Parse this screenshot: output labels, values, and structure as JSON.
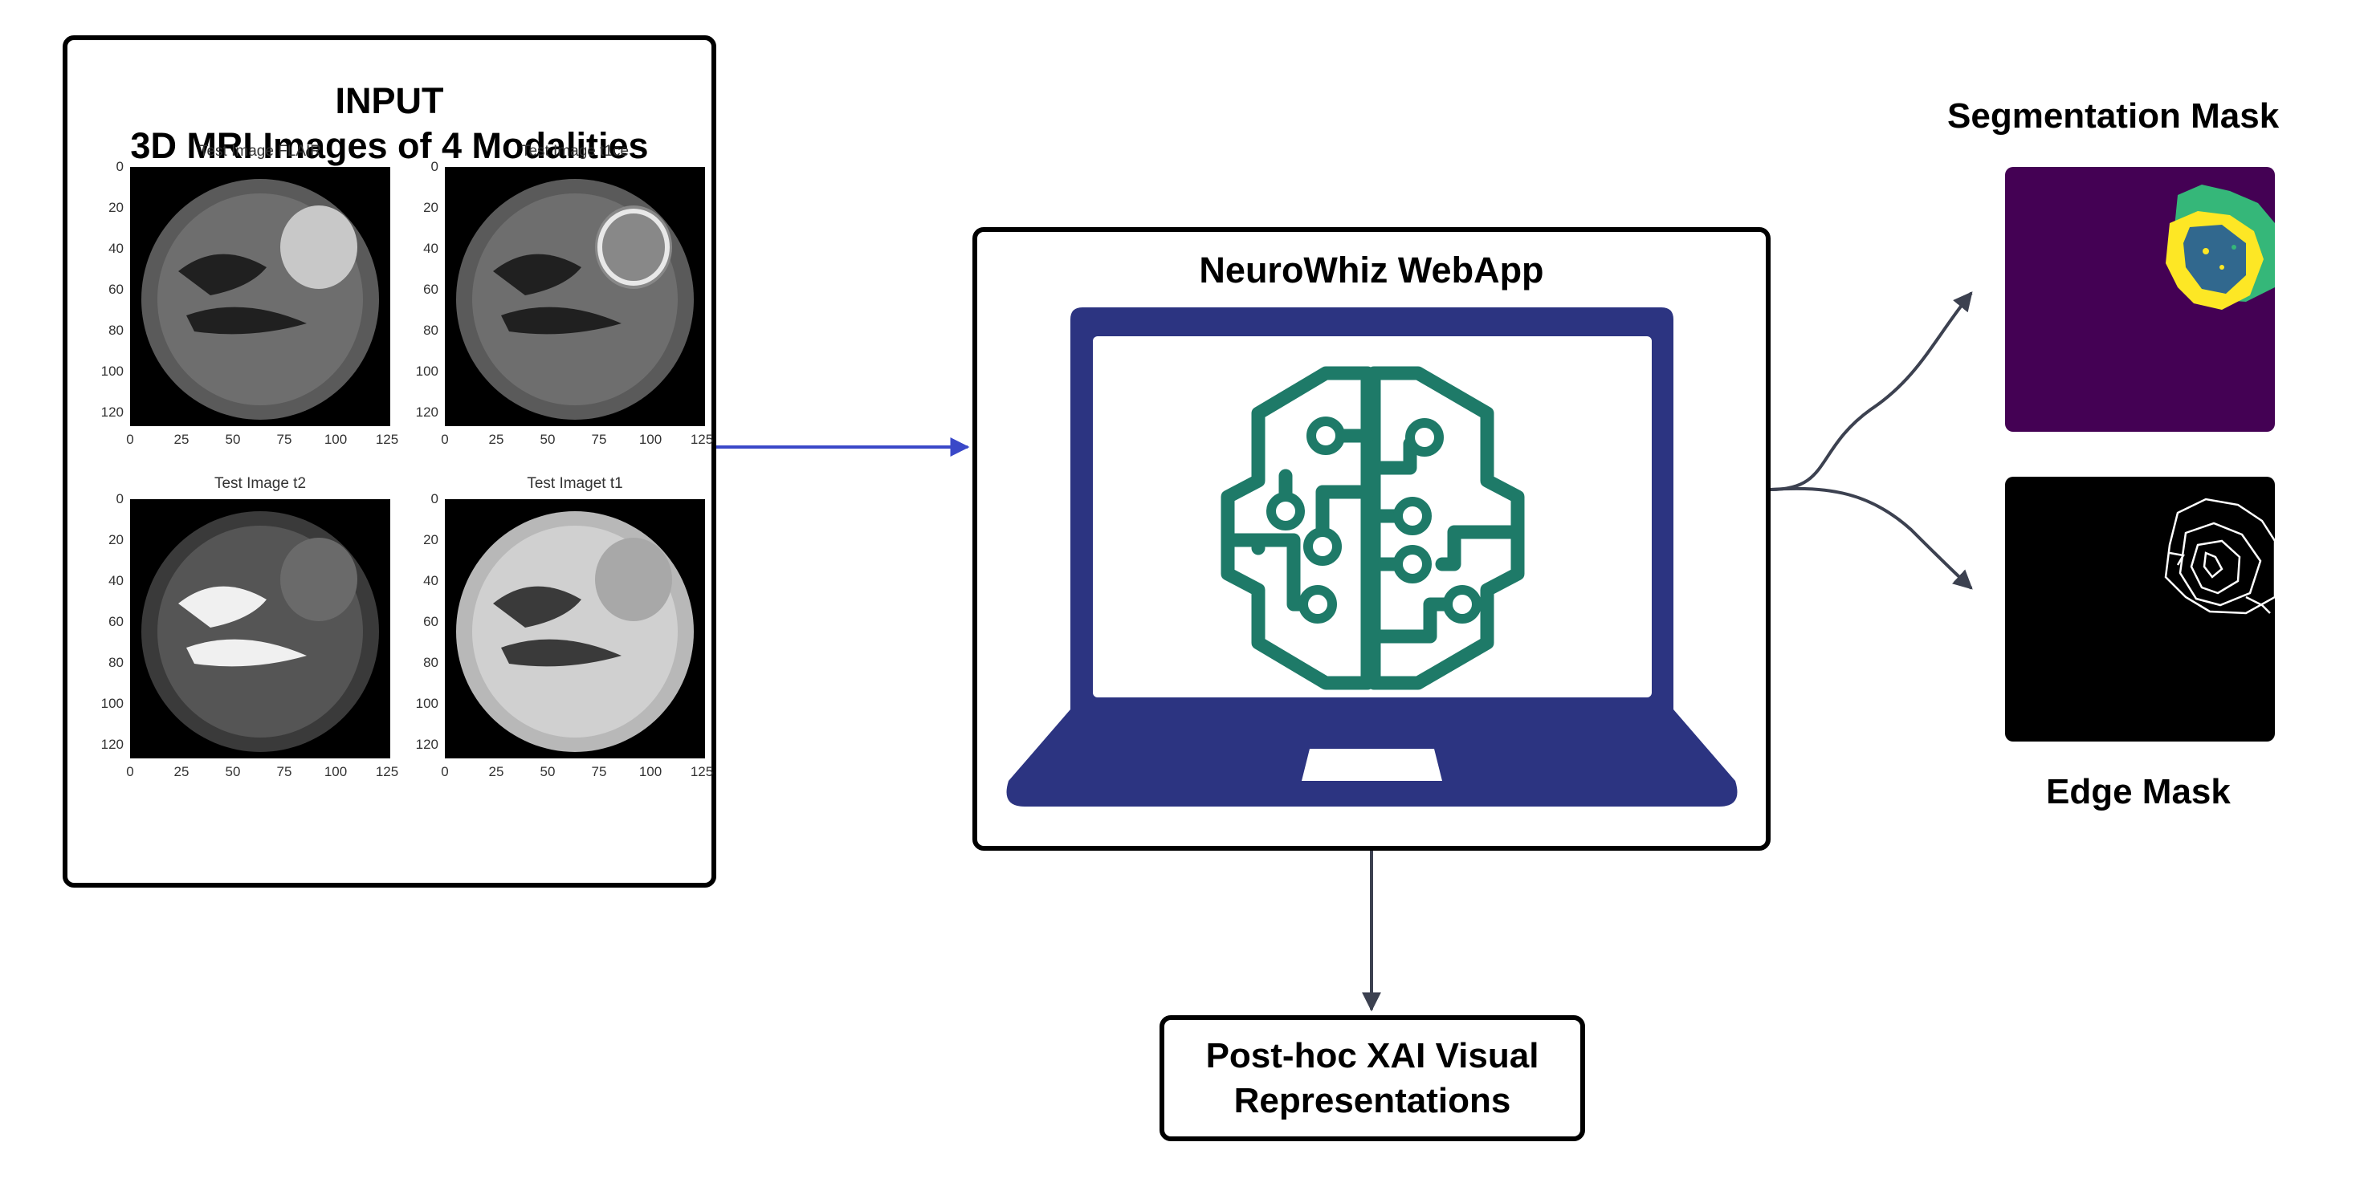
{
  "input": {
    "title_line1": "INPUT",
    "title_line2": "3D MRI Images of 4 Modalities",
    "plots": [
      {
        "title": "Test Image FLAIR",
        "modality": "flair"
      },
      {
        "title": "Test Image t1ce",
        "modality": "t1ce"
      },
      {
        "title": "Test Image t2",
        "modality": "t2"
      },
      {
        "title": "Test Imaget t1",
        "modality": "t1"
      }
    ],
    "y_ticks": [
      "0",
      "20",
      "40",
      "60",
      "80",
      "100",
      "120"
    ],
    "x_ticks": [
      "0",
      "25",
      "50",
      "75",
      "100",
      "125"
    ]
  },
  "app": {
    "title": "NeuroWhiz WebApp",
    "laptop_color": "#2c3481",
    "brain_color": "#1e7a68",
    "laptop_icon": "laptop-icon",
    "brain_icon": "brain-circuit-icon"
  },
  "outputs": {
    "segmentation_title": "Segmentation Mask",
    "edge_title": "Edge Mask",
    "segmentation_bg": "#440154",
    "edge_bg": "#000000"
  },
  "xai": {
    "label": "Post-hoc XAI Visual\nRepresentations"
  },
  "arrows": {
    "input_to_app_color": "#3a48c8",
    "other_color": "#3c4150"
  }
}
